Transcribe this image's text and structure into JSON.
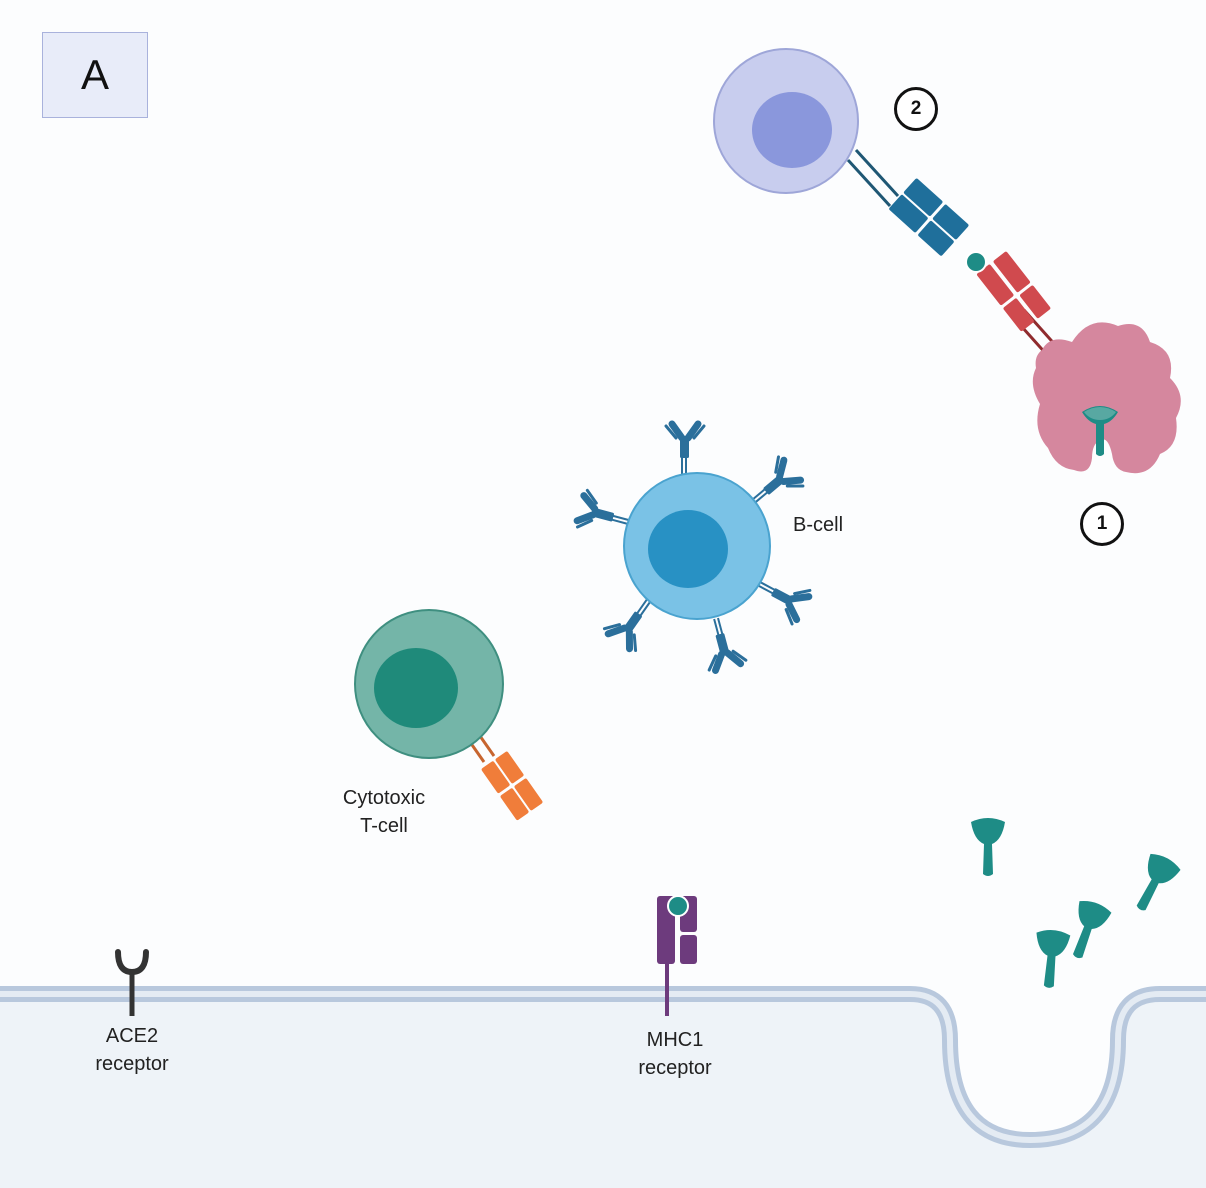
{
  "panel": {
    "letter": "A"
  },
  "markers": {
    "step_1": "1",
    "step_2": "2"
  },
  "labels": {
    "b_cell": "B-cell",
    "cytotoxic_t_cell": [
      "Cytotoxic",
      "T-cell"
    ],
    "ace2_receptor": [
      "ACE2",
      "receptor"
    ],
    "mhc1_receptor": [
      "MHC1",
      "receptor"
    ]
  },
  "colors": {
    "background": "#fcfdfe",
    "membrane": "#b8c8dd",
    "cytoplasm": "#eef3f8",
    "b_cell": "#7ac2e6",
    "b_cell_nucleus": "#2891c4",
    "antibody": "#2b6f9b",
    "t_cell": "#74b5a8",
    "t_cell_nucleus": "#1f8a7a",
    "t_cell_receptor": "#f07d3a",
    "helper_cell": "#c8cdee",
    "helper_cell_nucleus": "#8a97dc",
    "helper_receptor": "#1f6f9b",
    "apc_cell": "#d5879e",
    "mhc2_receptor": "#d04a4e",
    "mhc1_receptor": "#6d3b7d",
    "ace2_receptor": "#333333",
    "virus_spike": "#1e8c86"
  },
  "icons": [
    "b-cell-icon",
    "cytotoxic-t-cell-icon",
    "helper-t-cell-icon",
    "antigen-presenting-cell-icon",
    "antibody-icon",
    "virus-spike-protein-icon",
    "ace2-receptor-icon",
    "mhc1-receptor-icon",
    "mhc2-receptor-icon",
    "cell-membrane-icon"
  ]
}
